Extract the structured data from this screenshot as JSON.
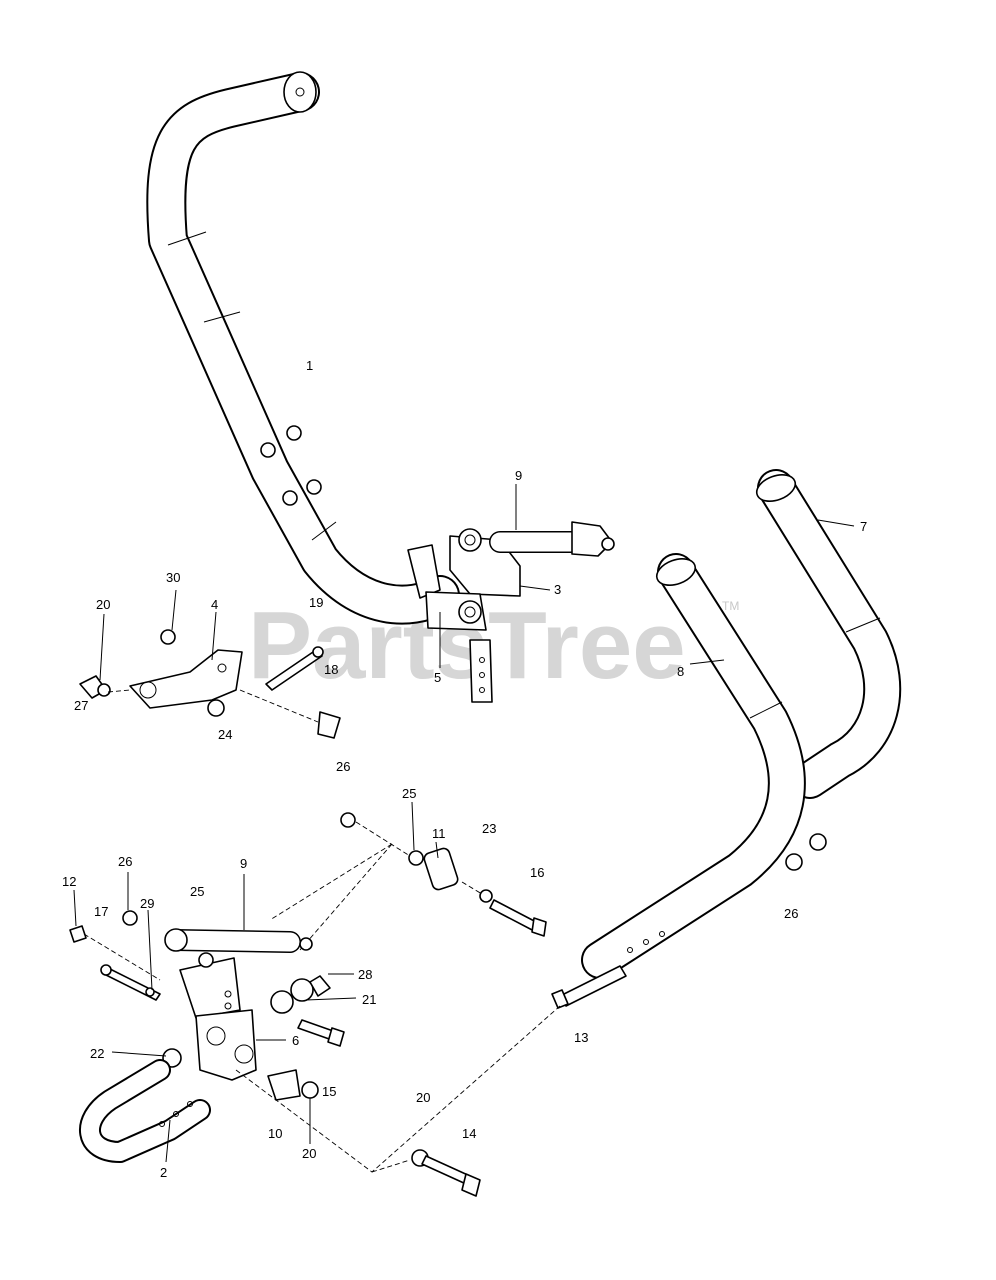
{
  "watermark": {
    "text": "PartsTree",
    "trademark": "TM"
  },
  "callouts": [
    {
      "id": "c1",
      "text": "1"
    },
    {
      "id": "c9a",
      "text": "9"
    },
    {
      "id": "c7",
      "text": "7"
    },
    {
      "id": "c3",
      "text": "3"
    },
    {
      "id": "c30",
      "text": "30"
    },
    {
      "id": "c4",
      "text": "4"
    },
    {
      "id": "c19",
      "text": "19"
    },
    {
      "id": "c20a",
      "text": "20"
    },
    {
      "id": "c18",
      "text": "18"
    },
    {
      "id": "c5",
      "text": "5"
    },
    {
      "id": "c8",
      "text": "8"
    },
    {
      "id": "c27",
      "text": "27"
    },
    {
      "id": "c24",
      "text": "24"
    },
    {
      "id": "c26a",
      "text": "26"
    },
    {
      "id": "c25a",
      "text": "25"
    },
    {
      "id": "c11",
      "text": "11"
    },
    {
      "id": "c23",
      "text": "23"
    },
    {
      "id": "c26b",
      "text": "26"
    },
    {
      "id": "c16",
      "text": "16"
    },
    {
      "id": "c12",
      "text": "12"
    },
    {
      "id": "c9b",
      "text": "9"
    },
    {
      "id": "c25b",
      "text": "25"
    },
    {
      "id": "c17",
      "text": "17"
    },
    {
      "id": "c29",
      "text": "29"
    },
    {
      "id": "c26c",
      "text": "26"
    },
    {
      "id": "c28",
      "text": "28"
    },
    {
      "id": "c21",
      "text": "21"
    },
    {
      "id": "c6",
      "text": "6"
    },
    {
      "id": "c13",
      "text": "13"
    },
    {
      "id": "c22",
      "text": "22"
    },
    {
      "id": "c15",
      "text": "15"
    },
    {
      "id": "c20b",
      "text": "20"
    },
    {
      "id": "c10",
      "text": "10"
    },
    {
      "id": "c14",
      "text": "14"
    },
    {
      "id": "c20c",
      "text": "20"
    },
    {
      "id": "c2",
      "text": "2"
    }
  ]
}
